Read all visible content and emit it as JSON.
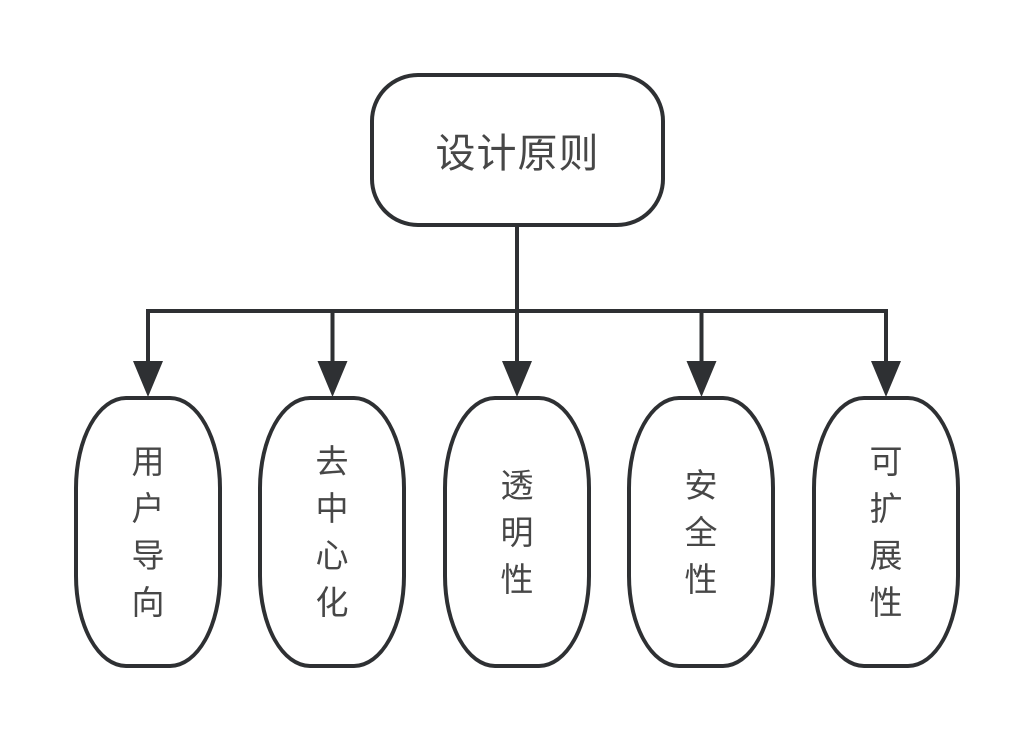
{
  "diagram": {
    "type": "flowchart-tree",
    "root": {
      "label": "设计原则"
    },
    "children": [
      {
        "label": "用户导向"
      },
      {
        "label": "去中心化"
      },
      {
        "label": "透明性"
      },
      {
        "label": "安全性"
      },
      {
        "label": "可扩展性"
      }
    ],
    "colors": {
      "stroke_color": "#2e3033",
      "text_color": "#474747",
      "node_fill": "#ffffff",
      "background": "#ffffff"
    }
  }
}
